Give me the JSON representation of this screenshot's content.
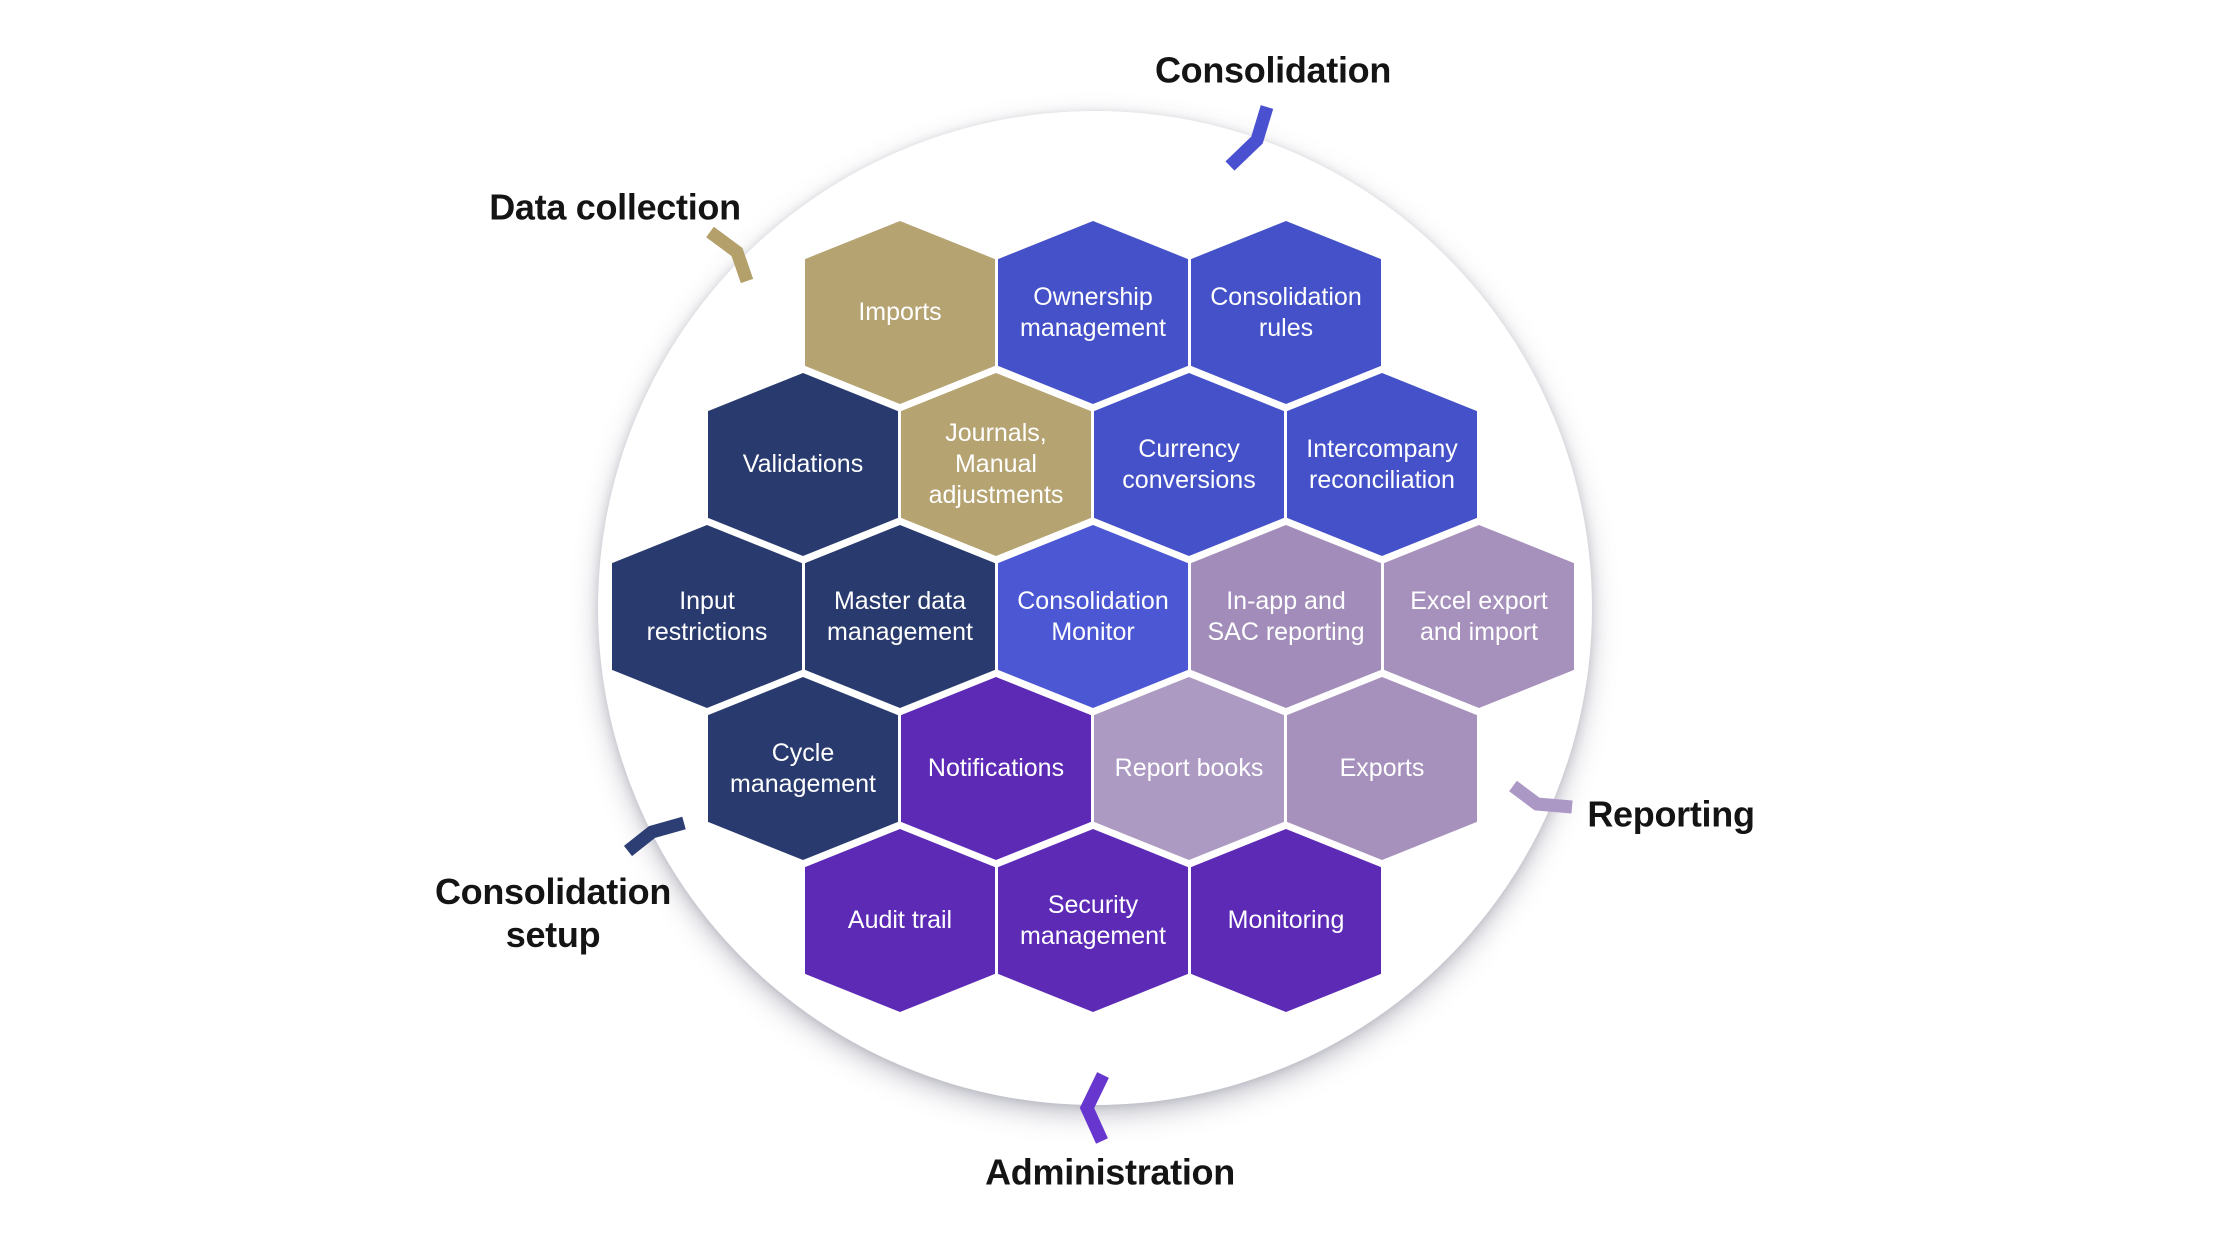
{
  "diagram": {
    "description": "Consolidation capability honeycomb diagram",
    "background_color": "#ffffff",
    "circle_color": "#ffffff",
    "hex_text_color": "#ffffff",
    "category_text_color": "#141414"
  },
  "palette": {
    "gold": "#b6a372",
    "blue": "#4451c8",
    "blue_bright": "#4b57d3",
    "navy": "#293b6e",
    "purple": "#5d2ab6",
    "mauve": "#a591bc",
    "mauve_light": "#ac9ac2"
  },
  "categories": [
    {
      "label": "Consolidation",
      "color": "#4a51d1"
    },
    {
      "label": "Data collection",
      "color": "#b3a06b"
    },
    {
      "label": "Reporting",
      "color": "#ac98c5"
    },
    {
      "label": "Consolidation\nsetup",
      "color": "#2d3e74"
    },
    {
      "label": "Administration",
      "color": "#6736cf"
    }
  ],
  "hexagons": [
    {
      "label": "Imports",
      "color": "#b6a372"
    },
    {
      "label": "Ownership\nmanagement",
      "color": "#4451c8"
    },
    {
      "label": "Consolidation\nrules",
      "color": "#4451c8"
    },
    {
      "label": "Validations",
      "color": "#293b6e"
    },
    {
      "label": "Journals,\nManual\nadjustments",
      "color": "#b6a372"
    },
    {
      "label": "Currency\nconversions",
      "color": "#4451c8"
    },
    {
      "label": "Intercompany\nreconciliation",
      "color": "#4451c8"
    },
    {
      "label": "Input\nrestrictions",
      "color": "#293b6e"
    },
    {
      "label": "Master data\nmanagement",
      "color": "#293b6e"
    },
    {
      "label": "Consolidation\nMonitor",
      "color": "#4b57d3"
    },
    {
      "label": "In-app and\nSAC reporting",
      "color": "#a28dba"
    },
    {
      "label": "Excel export\nand import",
      "color": "#a591bc"
    },
    {
      "label": "Cycle\nmanagement",
      "color": "#293b6e"
    },
    {
      "label": "Notifications",
      "color": "#5d2ab6"
    },
    {
      "label": "Report books",
      "color": "#ac9ac2"
    },
    {
      "label": "Exports",
      "color": "#a591bc"
    },
    {
      "label": "Audit trail",
      "color": "#5d2ab6"
    },
    {
      "label": "Security\nmanagement",
      "color": "#5d2ab6"
    },
    {
      "label": "Monitoring",
      "color": "#5d2ab6"
    }
  ]
}
